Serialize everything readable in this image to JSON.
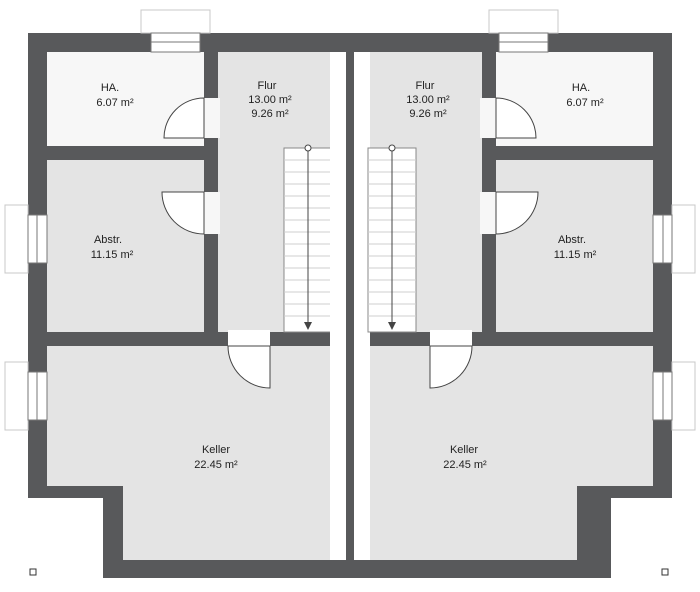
{
  "colors": {
    "wall": "#58595b",
    "room_light": "#f7f7f7",
    "room_gray": "#e4e4e4",
    "stair": "#ffffff",
    "line": "#444444"
  },
  "units": {
    "left": {
      "ha": {
        "name": "HA.",
        "area": "6.07 m²"
      },
      "flur": {
        "name": "Flur",
        "area": "13.00 m²",
        "area2": "9.26 m²"
      },
      "abstr": {
        "name": "Abstr.",
        "area": "11.15 m²"
      },
      "keller": {
        "name": "Keller",
        "area": "22.45 m²"
      }
    },
    "right": {
      "ha": {
        "name": "HA.",
        "area": "6.07 m²"
      },
      "flur": {
        "name": "Flur",
        "area": "13.00 m²",
        "area2": "9.26 m²"
      },
      "abstr": {
        "name": "Abstr.",
        "area": "11.15 m²"
      },
      "keller": {
        "name": "Keller",
        "area": "22.45 m²"
      }
    }
  }
}
